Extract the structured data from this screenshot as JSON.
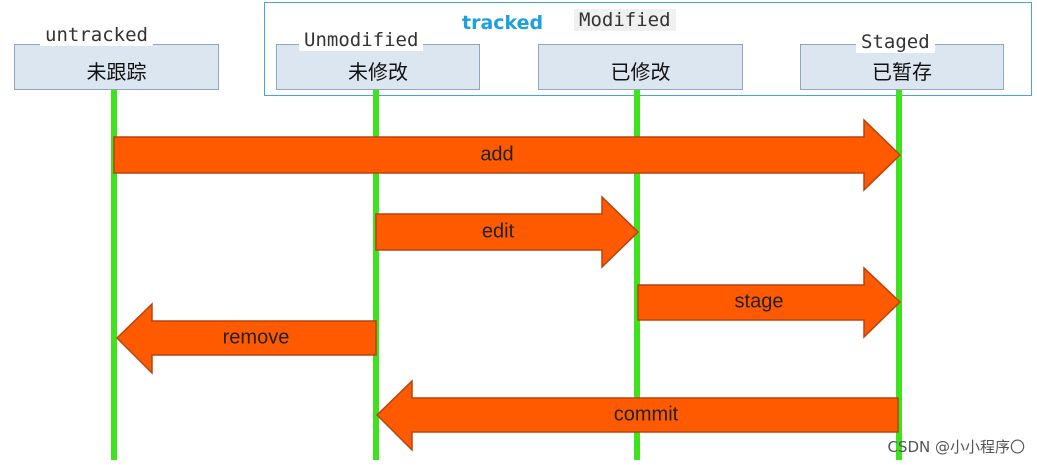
{
  "tracked_label": "tracked",
  "states": [
    {
      "en": "untracked",
      "zh": "未跟踪"
    },
    {
      "en": "Unmodified",
      "zh": "未修改"
    },
    {
      "en": "Modified",
      "zh": "已修改"
    },
    {
      "en": "Staged",
      "zh": "已暂存"
    }
  ],
  "arrows": [
    {
      "label": "add",
      "from": "untracked",
      "to": "Staged"
    },
    {
      "label": "edit",
      "from": "Unmodified",
      "to": "Modified"
    },
    {
      "label": "stage",
      "from": "Modified",
      "to": "Staged"
    },
    {
      "label": "remove",
      "from": "Unmodified",
      "to": "untracked"
    },
    {
      "label": "commit",
      "from": "Staged",
      "to": "Unmodified"
    }
  ],
  "colors": {
    "arrow_fill": "#ff5a00",
    "arrow_stroke": "#b8430c",
    "lifeline": "#3ee21d",
    "state_box": "#dce6f1",
    "tracked_border": "#4aa3df",
    "tracked_text": "#1e9fe0"
  },
  "watermark": "CSDN @小小程序〇"
}
